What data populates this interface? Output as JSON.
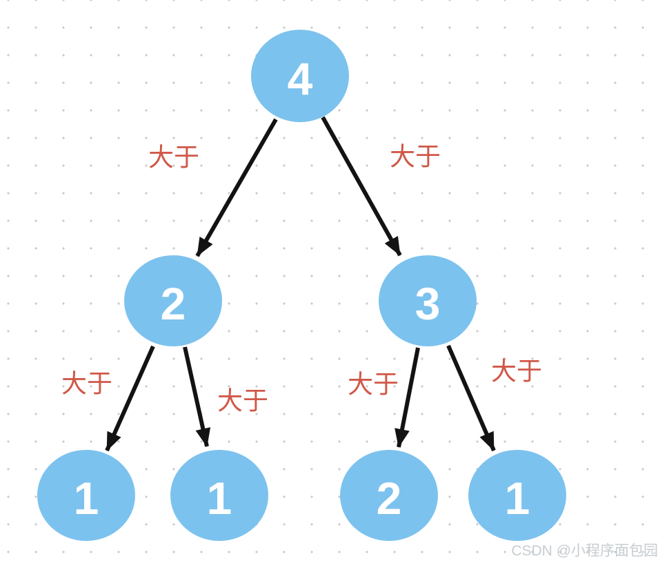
{
  "diagram": {
    "type": "binary-tree",
    "nodes": [
      {
        "id": "root",
        "value": "4"
      },
      {
        "id": "left",
        "value": "2"
      },
      {
        "id": "right",
        "value": "3"
      },
      {
        "id": "left-left",
        "value": "1"
      },
      {
        "id": "left-right",
        "value": "1"
      },
      {
        "id": "right-left",
        "value": "2"
      },
      {
        "id": "right-right",
        "value": "1"
      }
    ],
    "edges": [
      {
        "from": "root",
        "to": "left",
        "label": "大于"
      },
      {
        "from": "root",
        "to": "right",
        "label": "大于"
      },
      {
        "from": "left",
        "to": "left-left",
        "label": "大于"
      },
      {
        "from": "left",
        "to": "left-right",
        "label": "大于"
      },
      {
        "from": "right",
        "to": "right-left",
        "label": "大于"
      },
      {
        "from": "right",
        "to": "right-right",
        "label": "大于"
      }
    ],
    "colors": {
      "node_fill": "#7cc2ee",
      "node_text": "#ffffff",
      "edge_label": "#d05848",
      "arrow": "#131313",
      "watermark": "#c2c8cd"
    }
  },
  "watermark": {
    "text": "CSDN @小程序面包园"
  }
}
